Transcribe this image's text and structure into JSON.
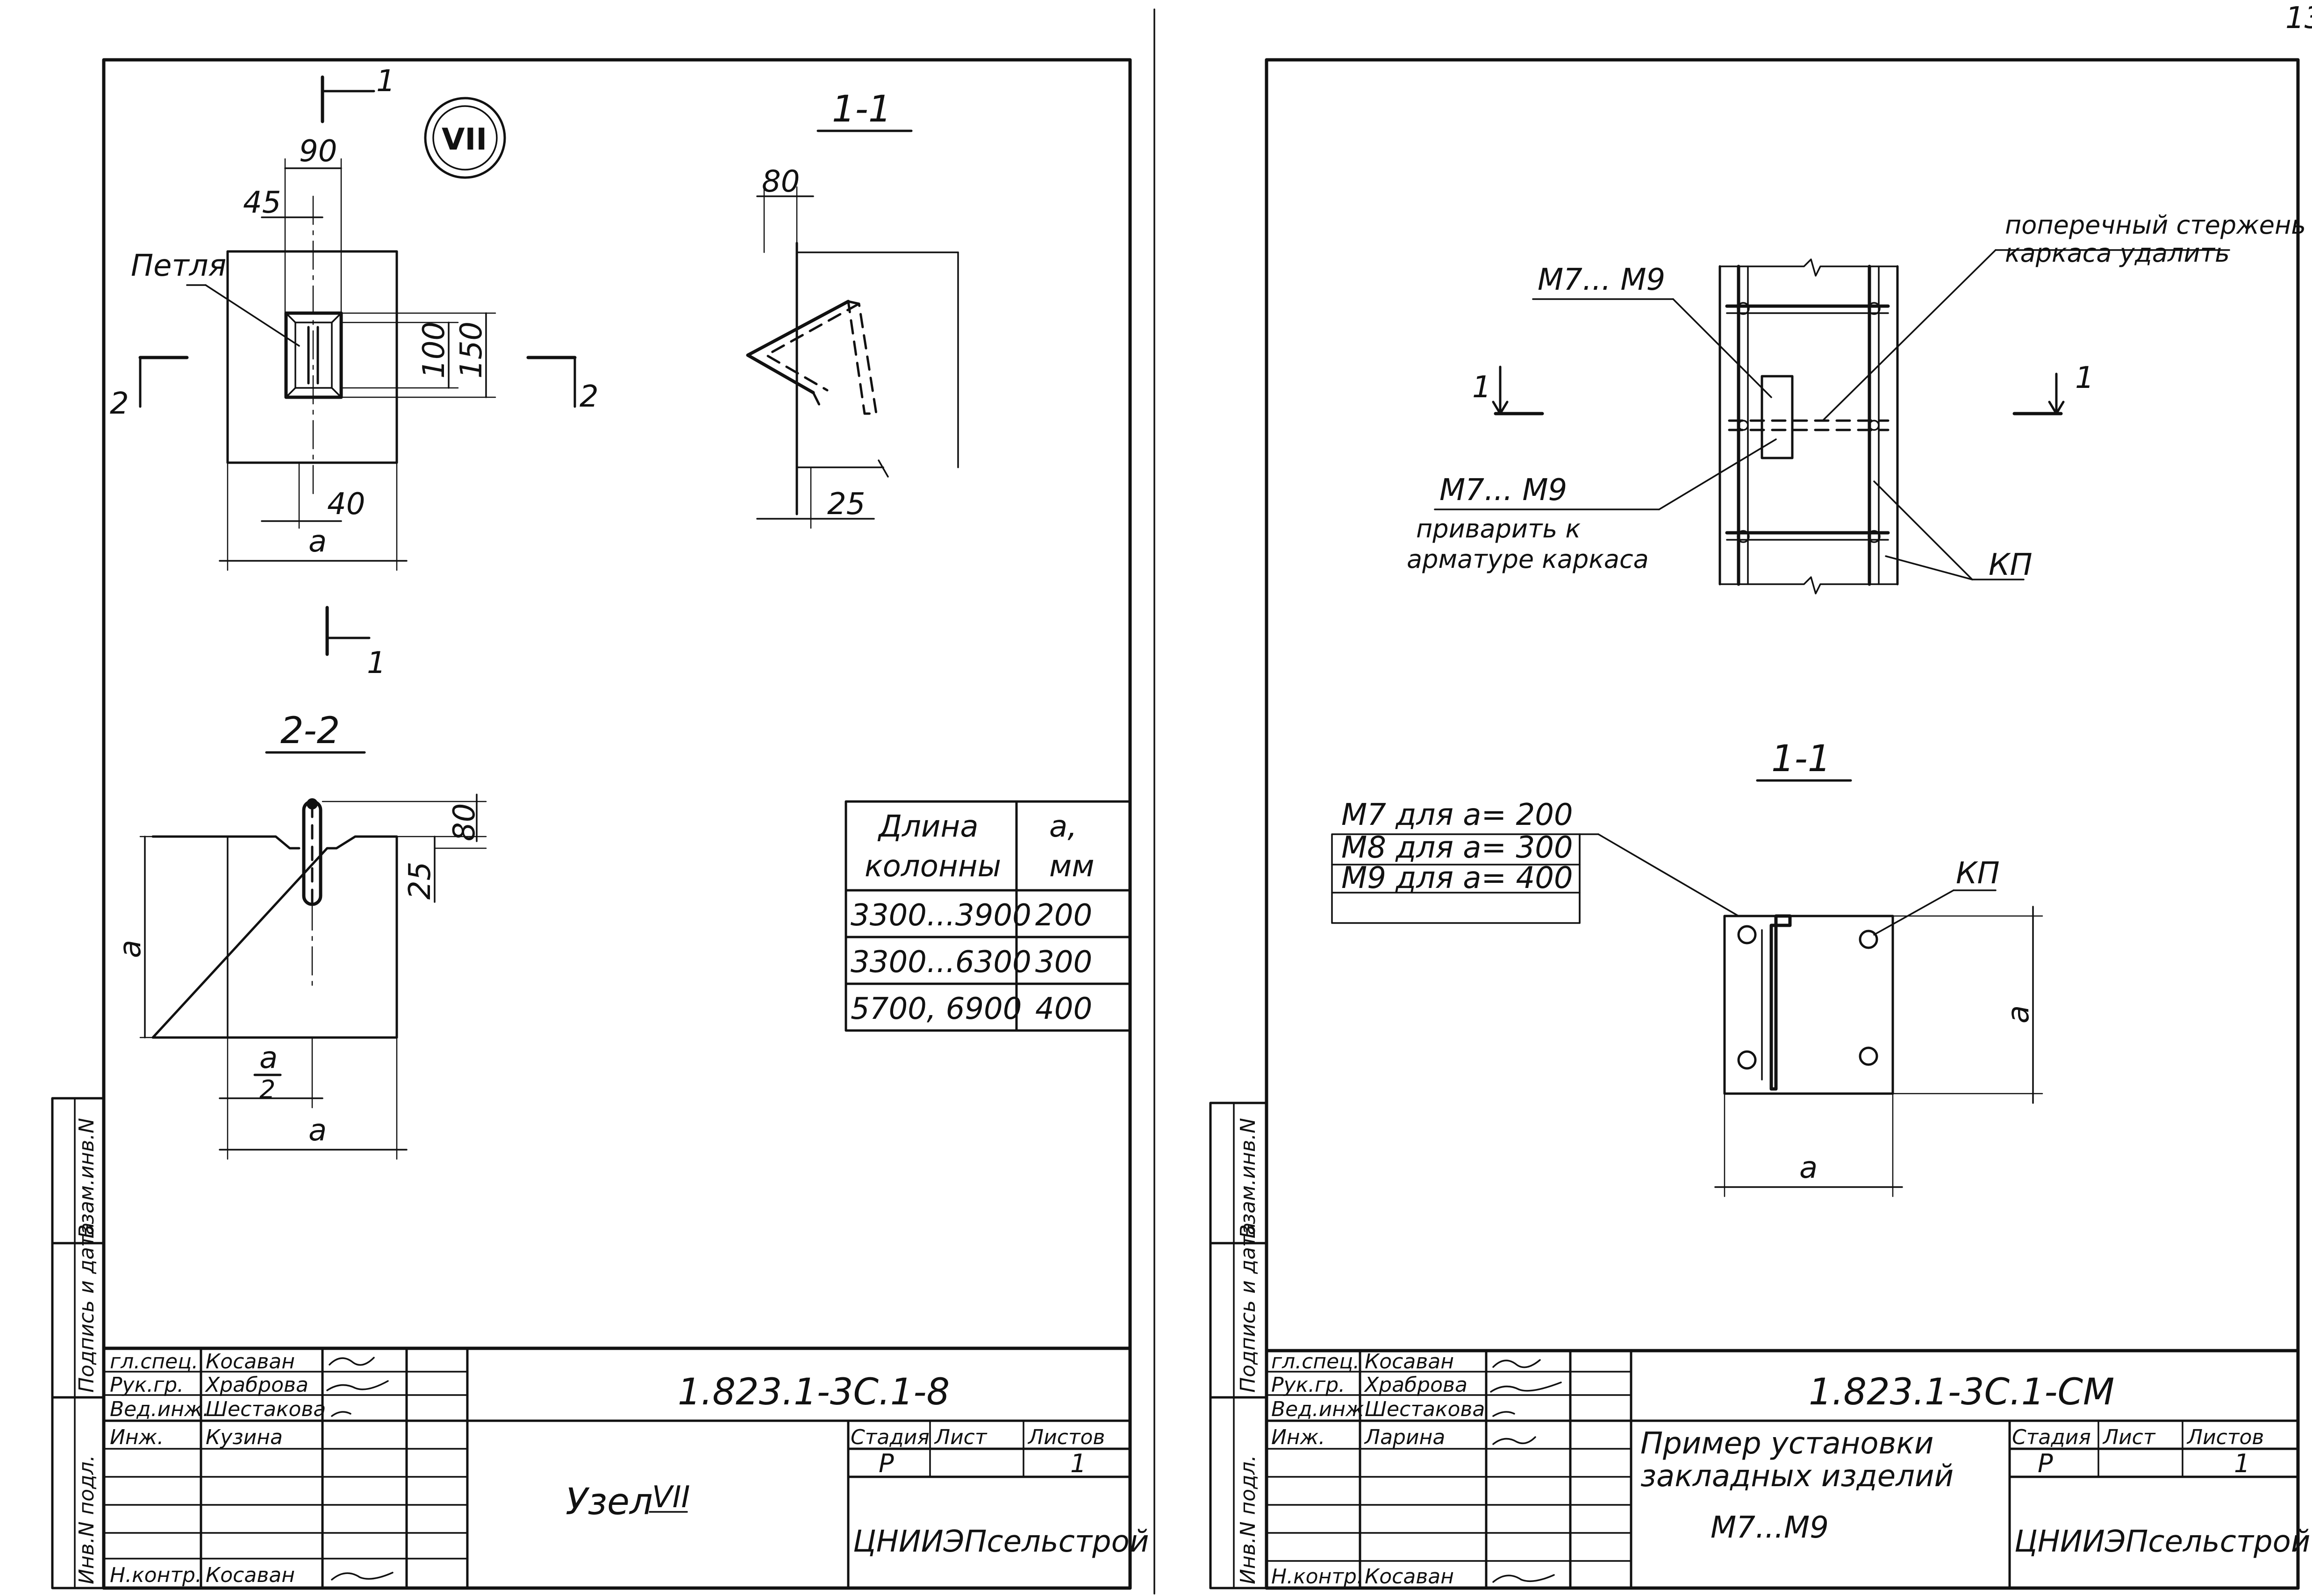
{
  "page_number": "13",
  "sheet_left": {
    "node_label": "VII",
    "section_marks": {
      "s1_top": "1",
      "s1_bottom": "1",
      "s2_left": "2",
      "s2_right": "2"
    },
    "plan_dims": {
      "d90": "90",
      "d45": "45",
      "d100": "100",
      "d150": "150",
      "d40": "40",
      "a": "a"
    },
    "loop_callout": "Петля",
    "section_1_1": {
      "title": "1-1",
      "d80": "80",
      "d25": "25"
    },
    "section_2_2": {
      "title": "2-2",
      "d80": "80",
      "d25": "25",
      "a_vert": "a",
      "a_half_num": "a",
      "a_half_den": "2",
      "a": "a"
    },
    "table": {
      "header_col1_l1": "Длина",
      "header_col1_l2": "колонны",
      "header_col2_l1": "a,",
      "header_col2_l2": "мм",
      "rows": [
        {
          "length": "3300...3900",
          "a": "200"
        },
        {
          "length": "3300...6300",
          "a": "300"
        },
        {
          "length": "5700, 6900",
          "a": "400"
        }
      ]
    },
    "side_stamp": {
      "inv_podl": "Инв.N подл.",
      "podpis_data": "Подпись и дата",
      "vzam_inv": "Взам.инв.N"
    },
    "title_block": {
      "code": "1.823.1-3С.1-8",
      "title": "Узел",
      "title_num": "VII",
      "people": [
        {
          "role": "гл.спец.",
          "name": "Косаван"
        },
        {
          "role": "Рук.гр.",
          "name": "Храброва"
        },
        {
          "role": "Вед.инж.",
          "name": "Шестакова"
        },
        {
          "role": "Инж.",
          "name": "Кузина"
        },
        {
          "role": "Н.контр.",
          "name": "Косаван"
        }
      ],
      "stage_label": "Стадия",
      "sheet_label": "Лист",
      "sheets_label": "Листов",
      "stage": "Р",
      "sheets": "1",
      "org": "ЦНИИЭПсельстрой"
    }
  },
  "sheet_right": {
    "callout_m7m9_top": "М7... М9",
    "callout_rod_l1": "поперечный стержень",
    "callout_rod_l2": "каркаса удалить",
    "callout_m7m9_weld_l0": "М7... М9",
    "callout_weld_l1": "приварить к",
    "callout_weld_l2": "арматуре каркаса",
    "kp_label": "КП",
    "section_mark_left": "1",
    "section_mark_right": "1",
    "section_1_1": {
      "title": "1-1",
      "kp": "КП",
      "a_vert": "a",
      "a_horiz": "a"
    },
    "legend": [
      "М7 для a= 200",
      "М8 для a= 300",
      "М9 для a= 400"
    ],
    "side_stamp": {
      "inv_podl": "Инв.N подл.",
      "podpis_data": "Подпись и дата",
      "vzam_inv": "Взам.инв.N"
    },
    "title_block": {
      "code": "1.823.1-3С.1-СМ",
      "title_l1": "Пример установки",
      "title_l2": "закладных изделий",
      "title_l3": "М7...М9",
      "people": [
        {
          "role": "гл.спец.",
          "name": "Косаван"
        },
        {
          "role": "Рук.гр.",
          "name": "Храброва"
        },
        {
          "role": "Вед.инж.",
          "name": "Шестакова"
        },
        {
          "role": "Инж.",
          "name": "Ларина"
        },
        {
          "role": "Н.контр.",
          "name": "Косаван"
        }
      ],
      "stage_label": "Стадия",
      "sheet_label": "Лист",
      "sheets_label": "Листов",
      "stage": "Р",
      "sheets": "1",
      "org": "ЦНИИЭПсельстрой"
    }
  }
}
